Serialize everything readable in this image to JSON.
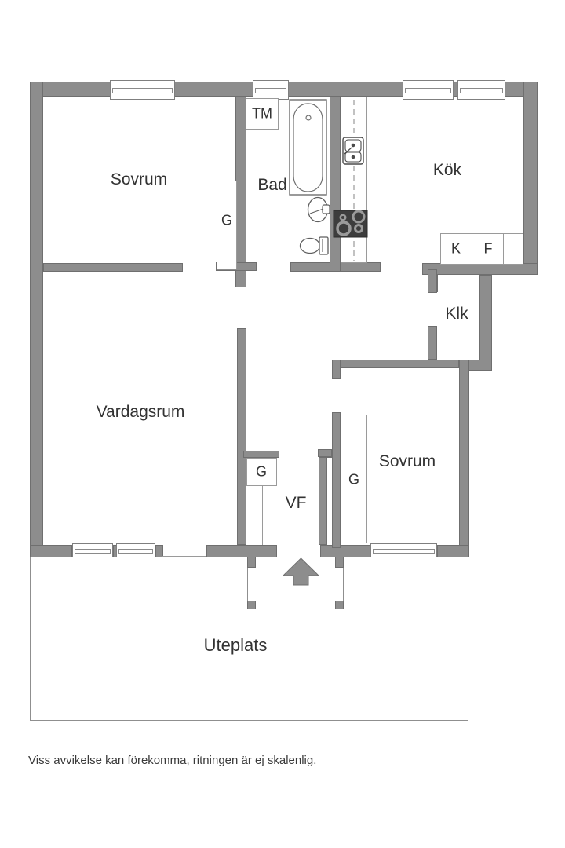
{
  "floorplan": {
    "rooms": [
      {
        "id": "sovrum-1",
        "label": "Sovrum"
      },
      {
        "id": "bad",
        "label": "Bad"
      },
      {
        "id": "kok",
        "label": "Kök"
      },
      {
        "id": "vardagsrum",
        "label": "Vardagsrum"
      },
      {
        "id": "sovrum-2",
        "label": "Sovrum"
      },
      {
        "id": "klk",
        "label": "Klk"
      },
      {
        "id": "vf",
        "label": "VF"
      },
      {
        "id": "uteplats",
        "label": "Uteplats"
      }
    ],
    "storage": [
      {
        "id": "tm",
        "label": "TM"
      },
      {
        "id": "g-sovrum1",
        "label": "G"
      },
      {
        "id": "g-vf",
        "label": "G"
      },
      {
        "id": "g-sovrum2",
        "label": "G"
      },
      {
        "id": "kyl",
        "label": "K"
      },
      {
        "id": "frys",
        "label": "F"
      }
    ],
    "icons": [
      "entrance-arrow",
      "bathtub",
      "washbasin",
      "toilet",
      "kitchen-sink",
      "stove",
      "kitchen-counter"
    ],
    "colors": {
      "wall": "#8d8d8d",
      "wall_edge": "#6f6f6f",
      "thin_line": "#9a9a9a",
      "stove": "#3d3d3d",
      "text": "#333333",
      "background": "#ffffff"
    },
    "disclaimer": "Viss avvikelse kan förekomma, ritningen är ej skalenlig."
  }
}
